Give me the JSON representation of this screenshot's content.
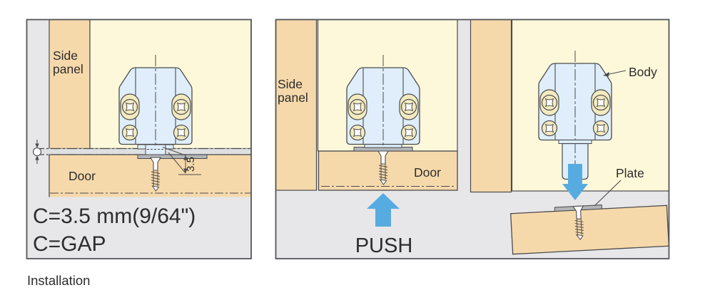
{
  "figure": {
    "caption": "Installation"
  },
  "colors": {
    "panel_background": "#e7e7e9",
    "wood": "#f6d9ab",
    "cabinet_interior": "#fdf8da",
    "latch_blue": "#dfeefa",
    "screw_head_yellow": "#f3eac0",
    "arrow_blue": "#56ace0",
    "plate_grey": "#b3b5b8",
    "outline": "#4c4c4d",
    "text": "#2d2d2d"
  },
  "step1": {
    "side_panel_label": {
      "line1": "Side",
      "line2": "panel"
    },
    "door_label": "Door",
    "plate_dimension": "3.5",
    "gap_spec": "C=3.5 mm(9/64\")",
    "gap_legend": "C=GAP"
  },
  "step2": {
    "side_panel_label": {
      "line1": "Side",
      "line2": "panel"
    },
    "door_label": "Door",
    "action_label": "PUSH"
  },
  "step3": {
    "body_label": "Body",
    "plate_label": "Plate"
  }
}
